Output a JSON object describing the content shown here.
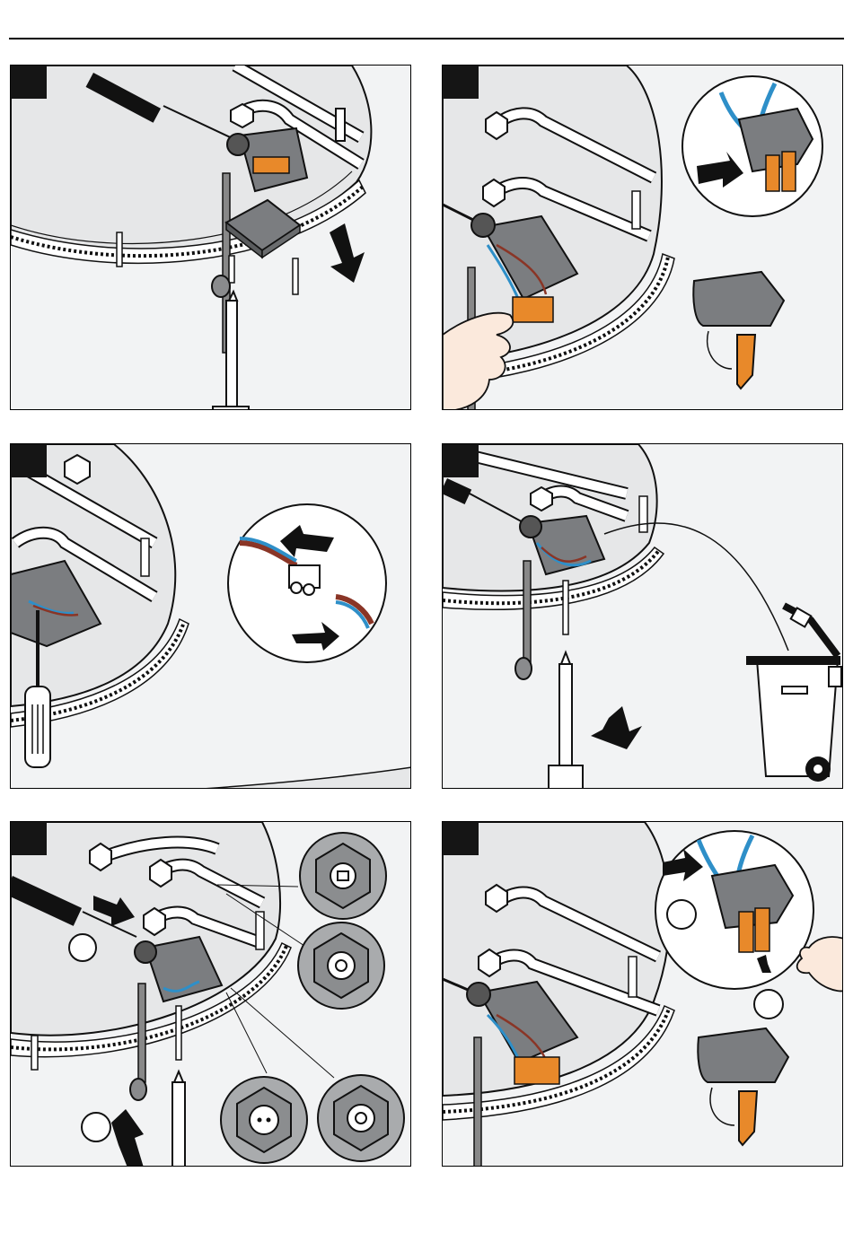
{
  "document": {
    "steps": [
      {
        "id": 1,
        "number_label": ""
      },
      {
        "id": 2,
        "number_label": ""
      },
      {
        "id": 3,
        "number_label": ""
      },
      {
        "id": 4,
        "number_label": ""
      },
      {
        "id": 5,
        "number_label": ""
      },
      {
        "id": 6,
        "number_label": ""
      }
    ]
  },
  "colors": {
    "wire_blue": "#2e8fc8",
    "wire_brown": "#8a3526",
    "clamp_orange": "#e8892a",
    "housing_gray": "#7b7d80",
    "panel_bg": "#f2f3f4",
    "dark": "#151515"
  },
  "icons": [
    "down-arrow-icon",
    "left-arrow-icon",
    "right-arrow-icon",
    "up-arrow-icon",
    "trash-bin-icon",
    "hand-icon",
    "screwdriver-icon"
  ]
}
